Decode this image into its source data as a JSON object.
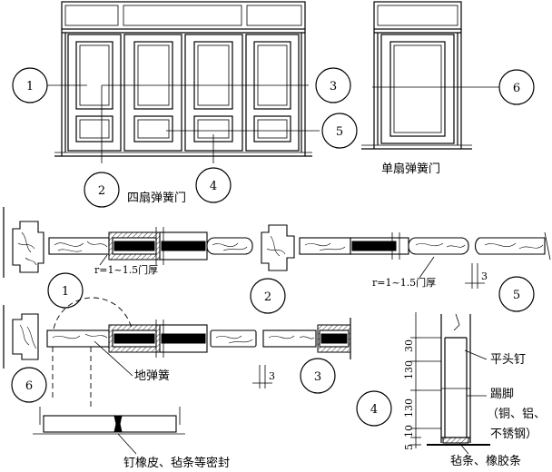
{
  "labels": {
    "four_leaf_door": "四扇弹簧门",
    "single_leaf_door": "单扇弹簧门",
    "radius_note_1": "r=1~1.5门厚",
    "radius_note_2": "r=1~1.5门厚",
    "floor_spring": "地弹簧",
    "seal_note": "钉橡皮、毡条等密封",
    "flat_nail": "平头钉",
    "kick_plate": "踢脚",
    "kick_plate_material_1": "（铜、铝、",
    "kick_plate_material_2": "不锈钢）",
    "felt_strip": "毡条、橡胶条"
  },
  "callouts": [
    "1",
    "2",
    "3",
    "4",
    "5",
    "6"
  ],
  "section_markers": [
    "1",
    "2",
    "5",
    "6",
    "3",
    "4"
  ],
  "gap_dims": [
    "3",
    "3"
  ],
  "kick_dims": [
    "30",
    "130",
    "130",
    "10",
    "5"
  ]
}
